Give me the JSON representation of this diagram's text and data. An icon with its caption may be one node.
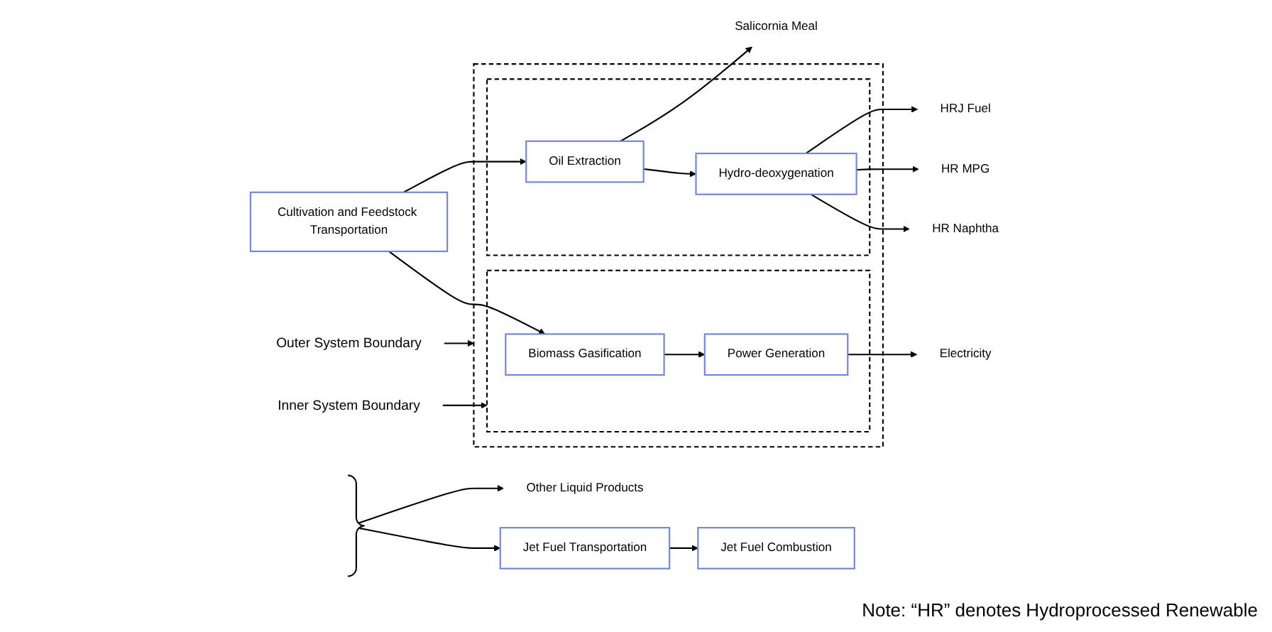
{
  "diagram": {
    "nodes": [
      {
        "text": [
          "Cultivation and Feedstock Transportation"
        ]
      },
      {
        "text": [],
        "shape": "box"
      },
      {
        "text": [],
        "shape": "box",
        "in": 1
      },
      {
        "text": [
          "Oil Extraction"
        ],
        "in": 2
      },
      {
        "text": [
          "Hydro-deoxygenation"
        ],
        "in": 2
      },
      {
        "text": [],
        "shape": "box",
        "in": 1
      },
      {
        "text": [
          "Biomass Gasification"
        ],
        "in": 5
      },
      {
        "text": [
          "Power Generation"
        ],
        "in": 5
      },
      {
        "text": [
          "Salicornia Meal"
        ]
      },
      {
        "text": [
          "HRJ Fuel"
        ]
      },
      {
        "text": [
          "HR MPG"
        ]
      },
      {
        "text": [
          "HR Naphtha"
        ]
      },
      {
        "text": [
          "Electricity"
        ]
      },
      {
        "text": [
          "Other Liquid Products"
        ]
      },
      {
        "text": [
          "Jet Fuel Transportation"
        ]
      },
      {
        "text": [
          "Jet Fuel Combustion"
        ]
      },
      {
        "text": [
          "Outer System Boundary"
        ]
      },
      {
        "text": [
          "Inner System Boundary"
        ]
      },
      {
        "text": [],
        "shape": "brace"
      }
    ],
    "edges": [
      {
        "from": 0,
        "to": 3,
        "arrow": "to"
      },
      {
        "from": 0,
        "to": 6,
        "arrow": "to"
      },
      {
        "from": 3,
        "to": 8,
        "arrow": "to"
      },
      {
        "from": 3,
        "to": 4,
        "arrow": "to"
      },
      {
        "from": 6,
        "to": 7,
        "arrow": "to"
      },
      {
        "from": 4,
        "to": 9,
        "arrow": "to"
      },
      {
        "from": 4,
        "to": 10,
        "arrow": "to"
      },
      {
        "from": 4,
        "to": 11,
        "arrow": "to"
      },
      {
        "from": 7,
        "to": 12,
        "arrow": "to"
      },
      {
        "from": 18,
        "to": 13,
        "arrow": "to"
      },
      {
        "from": 18,
        "to": 14,
        "arrow": "to"
      },
      {
        "from": 14,
        "to": 15,
        "arrow": "to"
      },
      {
        "from": 16,
        "to": 1,
        "arrow": "to"
      },
      {
        "from": 17,
        "to": 5,
        "arrow": "to"
      }
    ],
    "labels": [
      "Note: “HR” denotes Hydroprocessed Renewable"
    ]
  }
}
